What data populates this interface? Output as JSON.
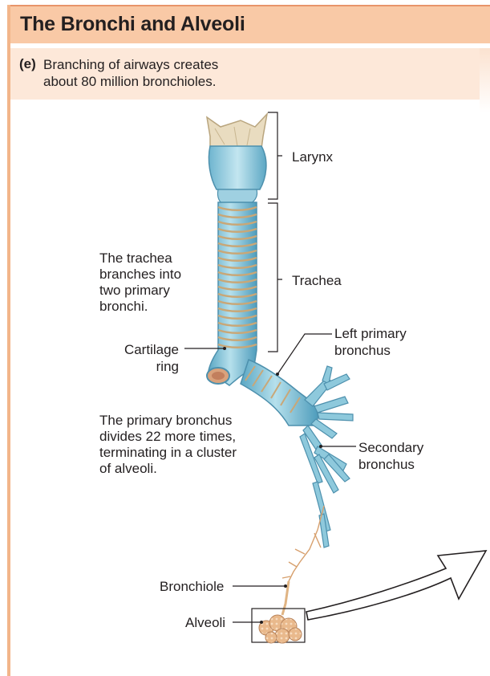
{
  "title": "The Bronchi and Alveoli",
  "caption": {
    "tag": "(e)",
    "line1": "Branching of airways creates",
    "line2": "about 80 million bronchioles."
  },
  "labels": {
    "larynx": "Larynx",
    "trachea": "Trachea",
    "left_primary_line1": "Left primary",
    "left_primary_line2": "bronchus",
    "secondary_line1": "Secondary",
    "secondary_line2": "bronchus",
    "cartilage_line1": "Cartilage",
    "cartilage_line2": "ring",
    "bronchiole": "Bronchiole",
    "alveoli": "Alveoli"
  },
  "notes": {
    "trachea_note": [
      "The trachea",
      "branches into",
      "two primary",
      "bronchi."
    ],
    "bronchus_note": [
      "The primary bronchus",
      "divides 22 more times,",
      "terminating in a cluster",
      "of alveoli."
    ]
  },
  "colors": {
    "accent_bar": "#f9c9a6",
    "caption_bg": "#fde8d9",
    "airway_blue": "#8ec9dc",
    "airway_tan": "#d7b68a",
    "leader_line": "#231f20"
  }
}
